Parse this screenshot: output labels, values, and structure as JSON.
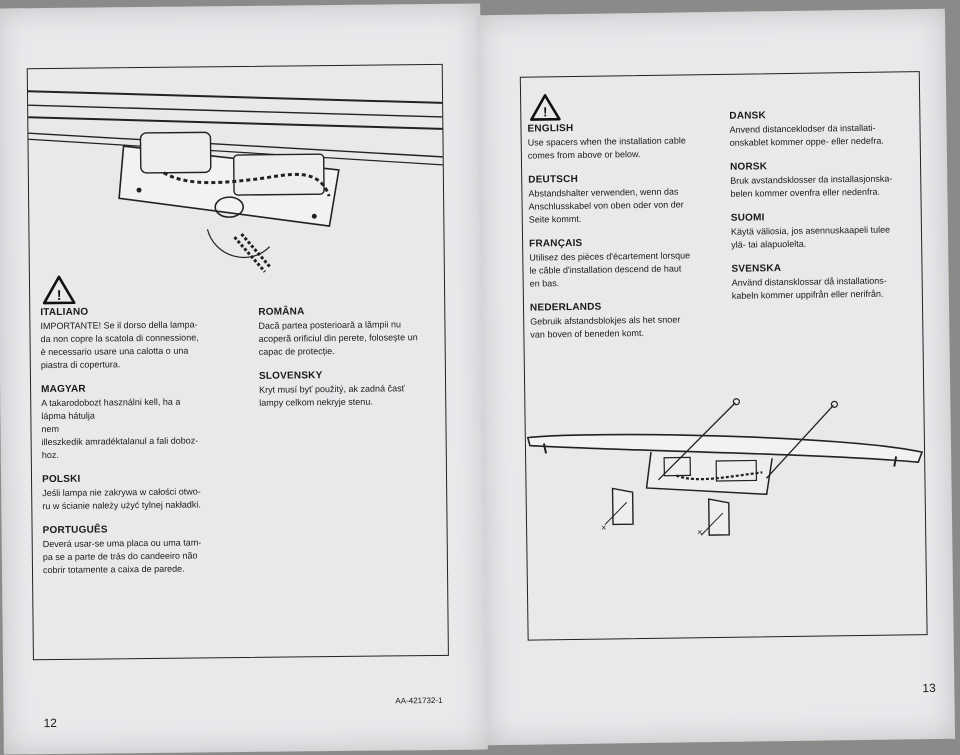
{
  "left_page": {
    "page_number": "12",
    "doc_code": "AA-421732-1",
    "languages": [
      {
        "name": "ITALIANO",
        "text": "IMPORTANTE! Se il dorso della lampa-\nda non copre la scatola di connessione,\nè necessario usare una calotta o una\npiastra di copertura."
      },
      {
        "name": "MAGYAR",
        "text": "A takarodobozt használni kell, ha a\nlápma hátulja\nnem\nilleszkedik amradéktalanul a fali doboz-\nhoz."
      },
      {
        "name": "POLSKI",
        "text": "Jeśli lampa nie zakrywa w całości otwo-\nru w ścianie należy użyć tylnej nakładki."
      },
      {
        "name": "PORTUGUÊS",
        "text": "Deverá usar-se uma placa ou uma tam-\npa se a parte de trás do candeeiro não\ncobrir totamente a caixa de parede."
      },
      {
        "name": "ROMÂNA",
        "text": "Dacă partea posterioară a lămpii nu\nacoperă orificiul din perete, folosește un\ncapac de protecție."
      },
      {
        "name": "SLOVENSKY",
        "text": "Kryt musí byť použitý, ak zadná časť\nlampy celkom nekryje stenu."
      }
    ]
  },
  "right_page": {
    "page_number": "13",
    "languages": [
      {
        "name": "ENGLISH",
        "text": "Use spacers when the installation cable\ncomes from above or below."
      },
      {
        "name": "DEUTSCH",
        "text": "Abstandshalter verwenden, wenn das\nAnschlusskabel von oben oder von der\nSeite kommt."
      },
      {
        "name": "FRANÇAIS",
        "text": "Utilisez des pièces d'écartement lorsque\nle câble d'installation descend de haut\nen bas."
      },
      {
        "name": "NEDERLANDS",
        "text": "Gebruik afstandsblokjes als het snoer\nvan boven of beneden komt."
      },
      {
        "name": "DANSK",
        "text": "Anvend distanceklodser da installati-\nonskablet kommer oppe- eller nedefra."
      },
      {
        "name": "NORSK",
        "text": "Bruk avstandsklosser da installasjonska-\nbelen kommer ovenfra eller nedenfra."
      },
      {
        "name": "SUOMI",
        "text": "Käytä väliosia, jos asennuskaapeli tulee\nylä- tai alapuolelta."
      },
      {
        "name": "SVENSKA",
        "text": "Använd distansklossar då installations-\nkabeln kommer uppifrån eller nerifrån."
      }
    ]
  },
  "icons": {
    "warning": "warning-triangle-icon"
  }
}
